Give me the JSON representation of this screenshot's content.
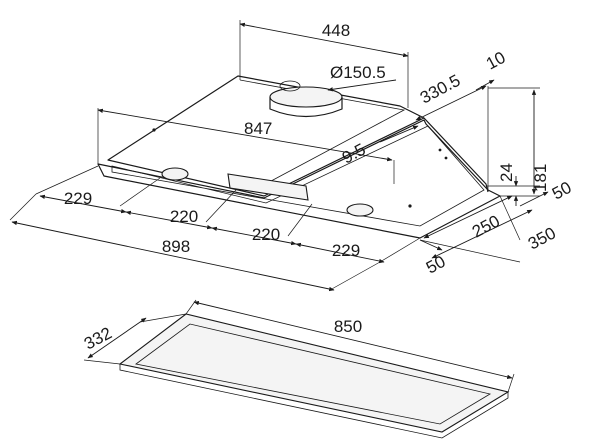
{
  "dimensions": {
    "hood_top_width": "448",
    "duct_diameter": "Ø150.5",
    "gap_10": "10",
    "depth_330": "330.5",
    "inner_width": "847",
    "offset_9": "9.5",
    "height_24": "24",
    "height_181": "181",
    "side_50_right": "50",
    "side_229_left": "229",
    "span_220_a": "220",
    "span_220_b": "220",
    "side_229_right": "229",
    "overall_898": "898",
    "depth_250": "250",
    "depth_350": "350",
    "bottom_50": "50",
    "cutout_332": "332",
    "cutout_850": "850"
  },
  "colors": {
    "line": "#1a1a1a",
    "background": "#ffffff"
  }
}
